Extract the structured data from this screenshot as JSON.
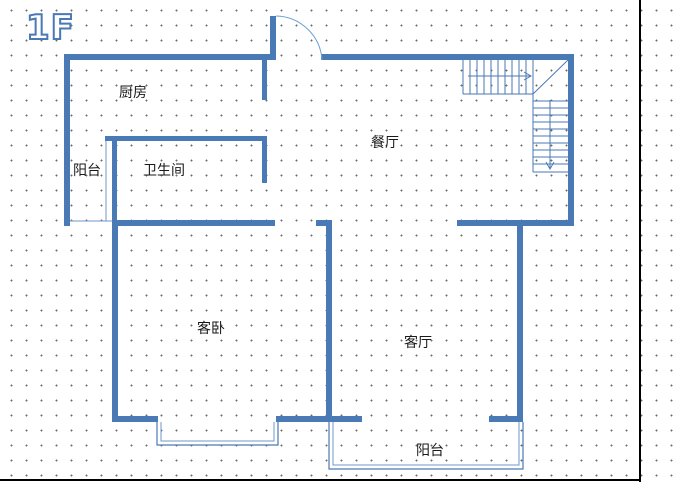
{
  "floor_label": "1F",
  "rooms": {
    "kitchen": "厨房",
    "dining": "餐厅",
    "balcony_west": "阳台",
    "bathroom": "卫生间",
    "guest_bedroom": "客卧",
    "living_room": "客厅",
    "balcony_south": "阳台"
  },
  "colors": {
    "wall": "#4a7ab6",
    "door_arc": "#6aa0d4",
    "grid_dot": "#6b6b6b",
    "background": "#ffffff"
  }
}
